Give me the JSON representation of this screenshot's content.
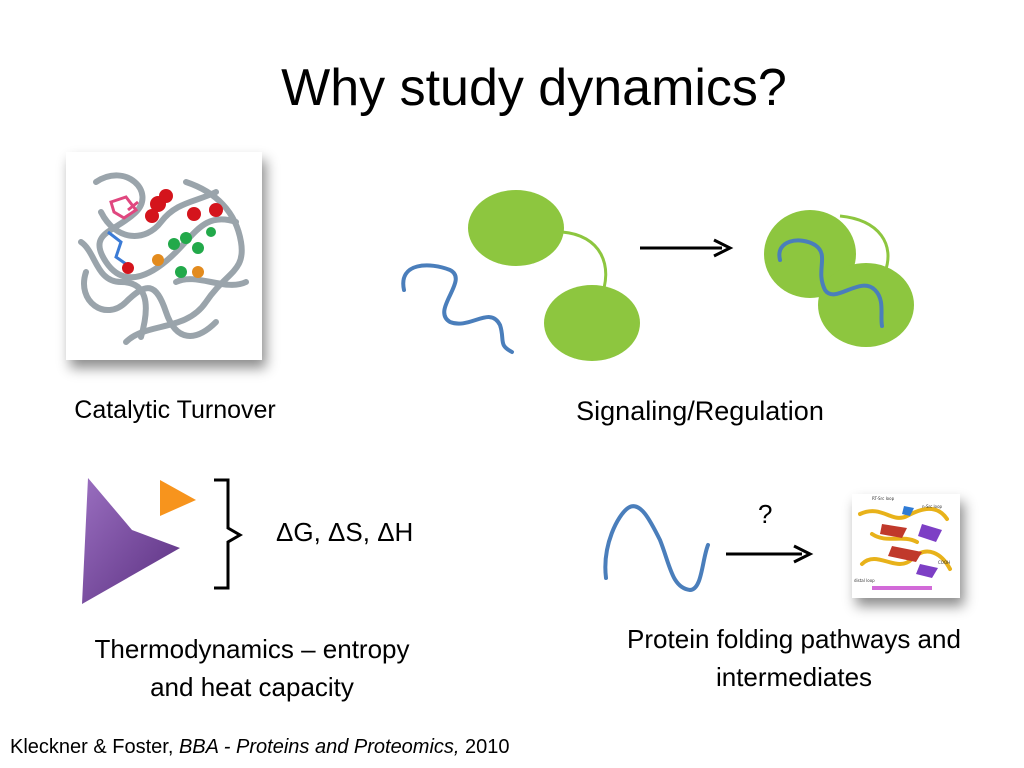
{
  "slide": {
    "title": "Why study dynamics?",
    "captions": {
      "catalytic": "Catalytic Turnover",
      "signaling": "Signaling/Regulation",
      "thermo_line1": "Thermodynamics – entropy",
      "thermo_line2": "and heat capacity",
      "folding_line1": "Protein folding pathways and",
      "folding_line2": "intermediates"
    },
    "thermo_quantities": "ΔG, ΔS, ΔH",
    "folding_question": "?",
    "citation": {
      "authors": "Kleckner & Foster,",
      "journal_abbrev": "BBA",
      "separator": " - ",
      "journal_full": "Proteins and Proteomics,",
      "year": "2010"
    },
    "colors": {
      "domain_green": "#8dc63f",
      "peptide_blue": "#4a7ebb",
      "purple": "#7b4c9e",
      "orange": "#f7941d"
    }
  }
}
